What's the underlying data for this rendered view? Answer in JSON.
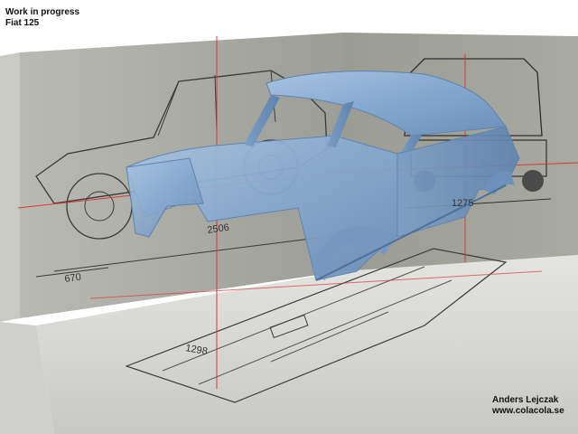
{
  "header": {
    "line1": "Work in progress",
    "line2": "Fiat 125"
  },
  "credit": {
    "author": "Anders Lejczak",
    "website": "www.colacola.se"
  },
  "blueprint": {
    "dim_front_overhang": "670",
    "dim_wheelbase": "2506",
    "dim_track": "1275",
    "dim_floor": "1298"
  },
  "colors": {
    "body_shell": "#8fb1d4",
    "body_shell_edge": "#5f84ad",
    "backdrop_panel": "#b4b5ae",
    "floor_panel": "#d9dad6",
    "guide_line": "#d43a3a"
  }
}
